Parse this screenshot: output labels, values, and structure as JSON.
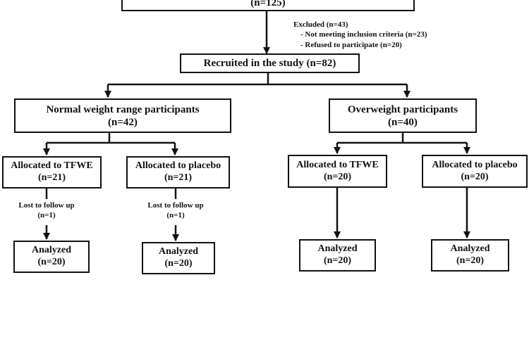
{
  "top_box": {
    "line2": "(n=125)"
  },
  "excluded": {
    "title": "Excluded (n=43)",
    "item1": "- Not meeting inclusion  criteria  (n=23)",
    "item2": "- Refused to participate (n=20)"
  },
  "recruited": {
    "label": "Recruited  in the study (n=82)"
  },
  "groups": {
    "normal": {
      "line1": "Normal weight range participants",
      "line2": "(n=42)"
    },
    "overweight": {
      "line1": "Overweight  participants",
      "line2": "(n=40)"
    }
  },
  "arms": {
    "normal_tfwe": {
      "line1": "Allocated to TFWE",
      "line2": "(n=21)"
    },
    "normal_placebo": {
      "line1": "Allocated to placebo",
      "line2": "(n=21)"
    },
    "over_tfwe": {
      "line1": "Allocated to TFWE",
      "line2": "(n=20)"
    },
    "over_placebo": {
      "line1": "Allocated to placebo",
      "line2": "(n=20)"
    }
  },
  "lost": {
    "normal_tfwe": {
      "line1": "Lost to follow up",
      "line2": "(n=1)"
    },
    "normal_placebo": {
      "line1": "Lost to follow up",
      "line2": "(n=1)"
    }
  },
  "analyzed": {
    "normal_tfwe": {
      "line1": "Analyzed",
      "line2": "(n=20)"
    },
    "normal_placebo": {
      "line1": "Analyzed",
      "line2": "(n=20)"
    },
    "over_tfwe": {
      "line1": "Analyzed",
      "line2": "(n=20)"
    },
    "over_placebo": {
      "line1": "Analyzed",
      "line2": "(n=20)"
    }
  }
}
